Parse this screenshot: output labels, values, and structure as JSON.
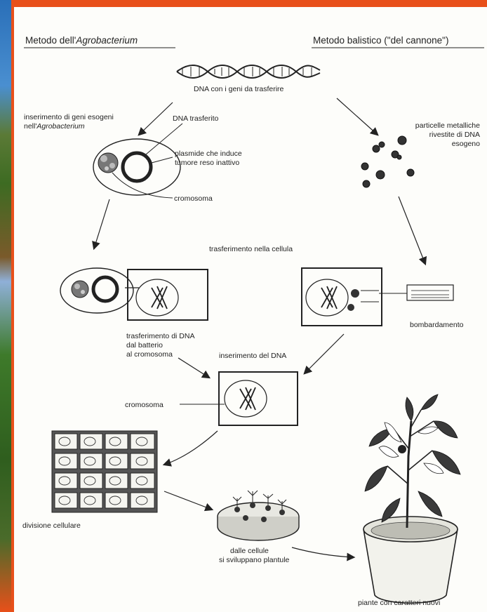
{
  "header": {
    "left_title_prefix": "Metodo dell'",
    "left_title_italic": "Agrobacterium",
    "right_title": "Metodo balistico (\"del cannone\")"
  },
  "labels": {
    "dna_geni": "DNA con i geni da trasferire",
    "inserimento_line1": "inserimento di geni esogeni",
    "inserimento_line2_prefix": "nell'",
    "inserimento_line2_italic": "Agrobacterium",
    "dna_trasferito": "DNA trasferito",
    "plasmide_line1": "plasmide che induce",
    "plasmide_line2": "tumore reso inattivo",
    "cromosoma_top": "cromosoma",
    "particelle_line1": "particelle metalliche",
    "particelle_line2": "rivestite di DNA",
    "particelle_line3": "esogeno",
    "trasferimento_cellula": "trasferimento nella cellula",
    "bombardamento": "bombardamento",
    "trasf_dna_line1": "trasferimento di DNA",
    "trasf_dna_line2": "dal batterio",
    "trasf_dna_line3": "al cromosoma",
    "inserimento_dna": "inserimento del DNA",
    "cromosoma_mid": "cromosoma",
    "divisione": "divisione cellulare",
    "dalle_cellule_line1": "dalle cellule",
    "dalle_cellule_line2": "si sviluppano plantule",
    "piante": "piante con caratteri nuovi"
  },
  "colors": {
    "frame_orange": "#e8501a",
    "panel_bg": "#fdfdfa",
    "ink": "#222222"
  }
}
